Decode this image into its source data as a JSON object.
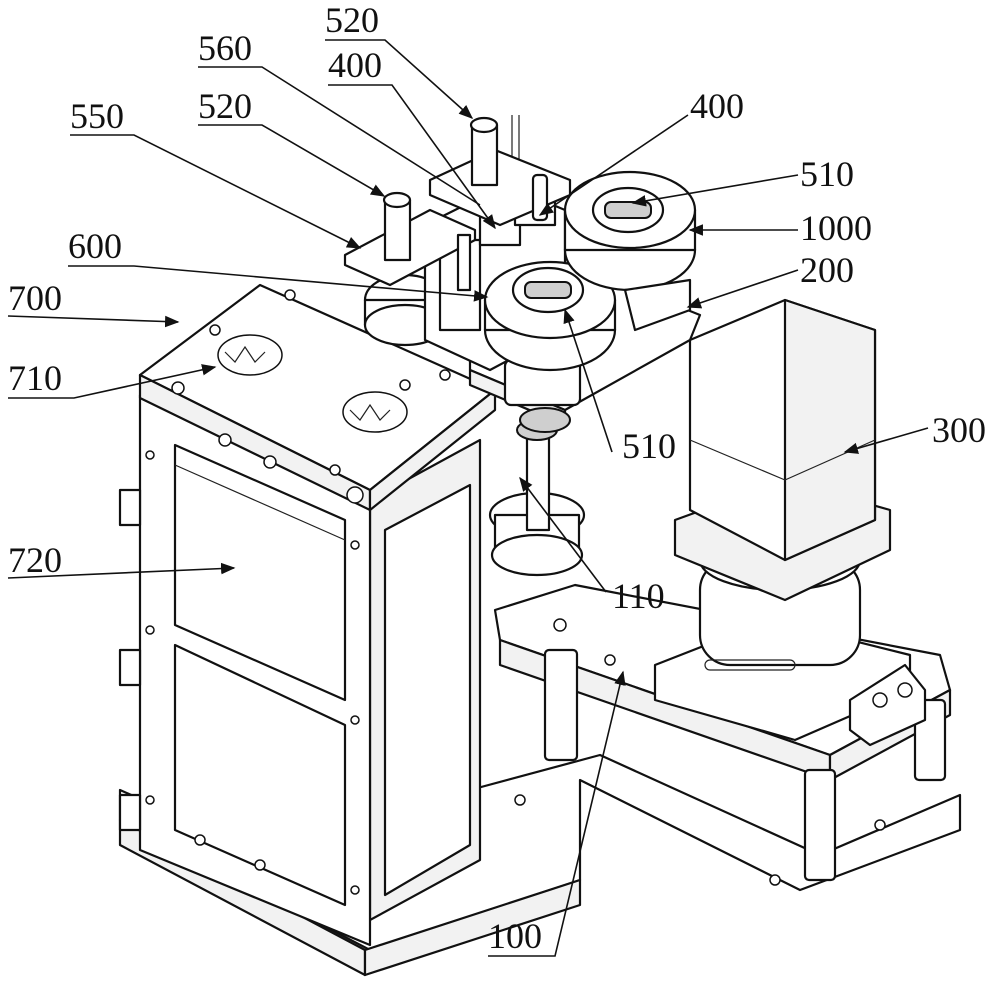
{
  "callouts": {
    "c520_top": "520",
    "c560": "560",
    "c400_top": "400",
    "c520_left": "520",
    "c400_right": "400",
    "c550": "550",
    "c510_top": "510",
    "c1000": "1000",
    "c600": "600",
    "c200": "200",
    "c700": "700",
    "c710": "710",
    "c300": "300",
    "c510_mid": "510",
    "c720": "720",
    "c110": "110",
    "c100": "100"
  }
}
